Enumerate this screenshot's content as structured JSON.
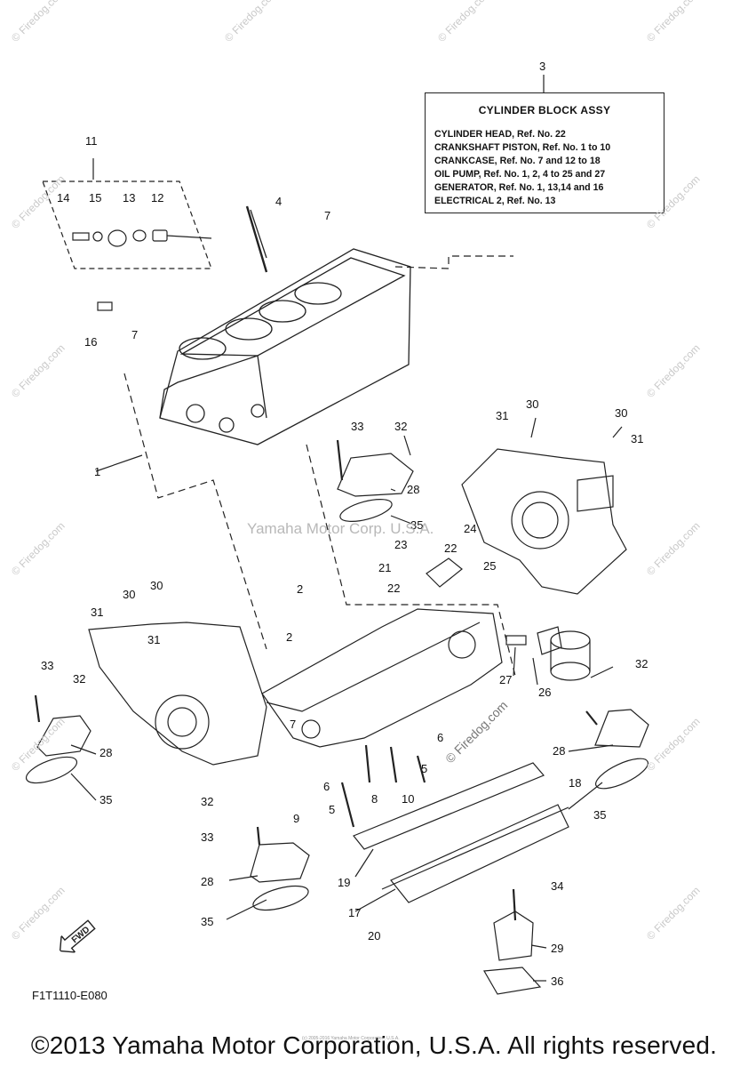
{
  "assy_box": {
    "ref_number": "3",
    "title": "CYLINDER BLOCK  ASSY",
    "lines": [
      "CYLINDER HEAD, Ref. No. 22",
      "CRANKSHAFT PISTON, Ref. No. 1 to 10",
      "CRANKCASE, Ref. No. 7 and 12 to 18",
      "OIL PUMP, Ref. No. 1, 2, 4 to 25 and 27",
      "GENERATOR, Ref. No. 1, 13,14 and 16",
      "ELECTRICAL 2, Ref. No. 13"
    ]
  },
  "part_labels": [
    "11",
    "14",
    "15",
    "13",
    "12",
    "4",
    "7",
    "16",
    "7",
    "1",
    "33",
    "32",
    "28",
    "35",
    "31",
    "30",
    "30",
    "31",
    "23",
    "24",
    "22",
    "21",
    "25",
    "2",
    "22",
    "30",
    "30",
    "31",
    "31",
    "2",
    "27",
    "26",
    "32",
    "33",
    "32",
    "28",
    "6",
    "28",
    "6",
    "5",
    "18",
    "35",
    "35",
    "7",
    "9",
    "5",
    "8",
    "10",
    "32",
    "33",
    "19",
    "28",
    "34",
    "17",
    "35",
    "29",
    "20",
    "36"
  ],
  "watermarks": {
    "site": "© Firedog.com",
    "center": "Yamaha Motor Corp. U.S.A."
  },
  "fwd_label": "FWD",
  "figure_code": "F1T1110-E080",
  "copyright": "©2013 Yamaha Motor Corporation, U.S.A. All rights reserved.",
  "fine_print": "(c) 2005-2016 Yamaha Motor Corporation, U.S.A."
}
